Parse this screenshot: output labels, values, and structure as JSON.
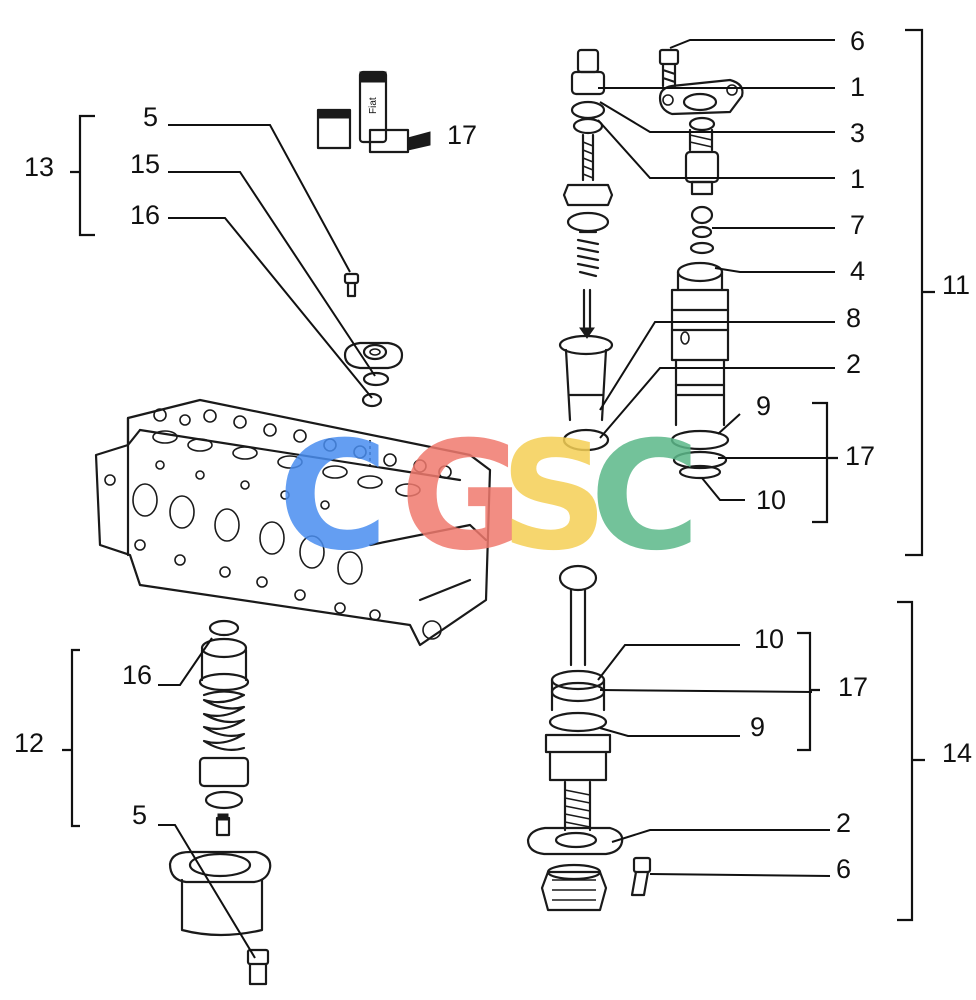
{
  "callouts": [
    {
      "id": "c-6a",
      "text": "6"
    },
    {
      "id": "c-1a",
      "text": "1"
    },
    {
      "id": "c-3",
      "text": "3"
    },
    {
      "id": "c-1b",
      "text": "1"
    },
    {
      "id": "c-7",
      "text": "7"
    },
    {
      "id": "c-4",
      "text": "4"
    },
    {
      "id": "c-8",
      "text": "8"
    },
    {
      "id": "c-2a",
      "text": "2"
    },
    {
      "id": "c-9a",
      "text": "9"
    },
    {
      "id": "c-17a",
      "text": "17"
    },
    {
      "id": "c-10a",
      "text": "10"
    },
    {
      "id": "c-11",
      "text": "11"
    },
    {
      "id": "c-5a",
      "text": "5"
    },
    {
      "id": "c-15",
      "text": "15"
    },
    {
      "id": "c-16a",
      "text": "16"
    },
    {
      "id": "c-13",
      "text": "13"
    },
    {
      "id": "c-17b",
      "text": "17"
    },
    {
      "id": "c-10b",
      "text": "10"
    },
    {
      "id": "c-17c",
      "text": "17"
    },
    {
      "id": "c-9b",
      "text": "9"
    },
    {
      "id": "c-14",
      "text": "14"
    },
    {
      "id": "c-2b",
      "text": "2"
    },
    {
      "id": "c-6b",
      "text": "6"
    },
    {
      "id": "c-16b",
      "text": "16"
    },
    {
      "id": "c-12",
      "text": "12"
    },
    {
      "id": "c-5b",
      "text": "5"
    }
  ],
  "sealant_tube": {
    "brand_text": "Fiat"
  },
  "watermark": {
    "letters": [
      "C",
      "G",
      "S",
      "C"
    ],
    "colors": [
      "#4a8ef0",
      "#f07a6e",
      "#f5cf55",
      "#5bb889"
    ]
  }
}
